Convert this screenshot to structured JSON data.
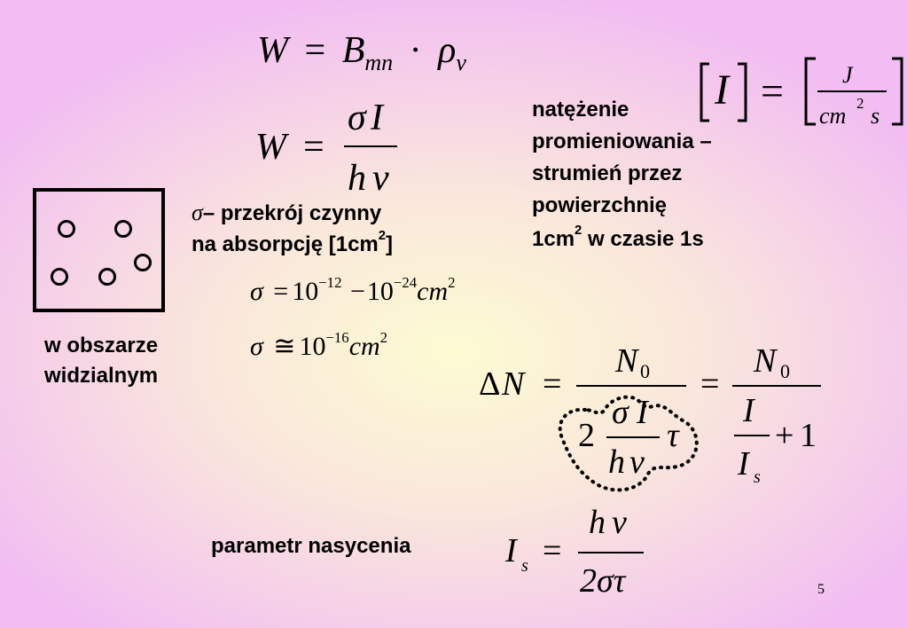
{
  "eq_rate": {
    "W": "W",
    "eq": "=",
    "B": "B",
    "B_sub": "mn",
    "dot": "·",
    "rho": "ρ",
    "rho_sub": "ν"
  },
  "eq_rate2": {
    "W": "W",
    "eq": "=",
    "num_sigma": "σ",
    "num_I": "I",
    "den_h": "h",
    "den_nu": "ν"
  },
  "intensity_unit": {
    "I": "I",
    "eq": "=",
    "J": "J",
    "cm": "cm",
    "exp": "2",
    "s": "s"
  },
  "intensity_def": {
    "line1": "natężenie",
    "line2": "promieniowania –",
    "line3": "strumień przez",
    "line4": "powierzchnię",
    "line5_a": "1cm",
    "line5_sup": "2",
    "line5_b": " w czasie 1s"
  },
  "cross_section": {
    "sigma": "σ",
    "line1": "– przekrój czynny",
    "line2_a": "na absorpcję [1cm",
    "line2_sup": "2",
    "line2_b": "]"
  },
  "sigma_range": {
    "sigma": "σ",
    "eq": "=",
    "base1": "10",
    "exp1": "−12",
    "minus": "−",
    "base2": "10",
    "exp2": "−24",
    "unit": "cm",
    "unit_exp": "2"
  },
  "sigma_approx": {
    "sigma": "σ",
    "approx": "≅",
    "base": "10",
    "exp": "−16",
    "unit": "cm",
    "unit_exp": "2"
  },
  "region_label": {
    "line1": "w obszarze",
    "line2": "widzialnym"
  },
  "delta_n": {
    "delta": "Δ",
    "N": "N",
    "eq1": "=",
    "num_N": "N",
    "num_sub": "0",
    "two": "2",
    "inner_sigma": "σ",
    "inner_I": "I",
    "inner_h": "h",
    "inner_nu": "ν",
    "tau": "τ",
    "eq2": "=",
    "num2_N": "N",
    "num2_sub": "0",
    "den_I": "I",
    "den_Is": "I",
    "den_Is_sub": "s",
    "plus": "+",
    "one": "1"
  },
  "saturation": {
    "label": "parametr nasycenia",
    "I": "I",
    "I_sub": "s",
    "eq": "=",
    "num_h": "h",
    "num_nu": "ν",
    "den": "2στ"
  },
  "page_number": "5"
}
